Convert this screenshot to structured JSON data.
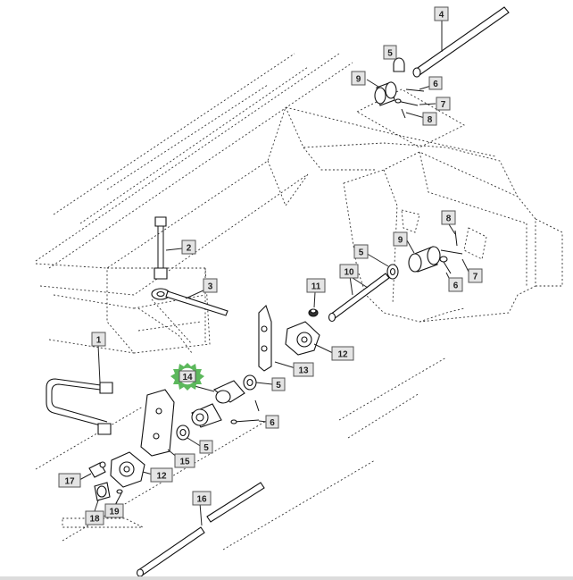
{
  "diagram": {
    "highlight_color": "#5cb85c",
    "callouts": [
      {
        "id": "c4",
        "label": "4"
      },
      {
        "id": "c5a",
        "label": "5"
      },
      {
        "id": "c9a",
        "label": "9"
      },
      {
        "id": "c6a",
        "label": "6"
      },
      {
        "id": "c7a",
        "label": "7"
      },
      {
        "id": "c8a",
        "label": "8"
      },
      {
        "id": "c2",
        "label": "2"
      },
      {
        "id": "c8b",
        "label": "8"
      },
      {
        "id": "c9b",
        "label": "9"
      },
      {
        "id": "c5b",
        "label": "5"
      },
      {
        "id": "c7b",
        "label": "7"
      },
      {
        "id": "c6b",
        "label": "6"
      },
      {
        "id": "c10",
        "label": "10"
      },
      {
        "id": "c3",
        "label": "3"
      },
      {
        "id": "c11",
        "label": "11"
      },
      {
        "id": "c12a",
        "label": "12"
      },
      {
        "id": "c13",
        "label": "13"
      },
      {
        "id": "c1",
        "label": "1"
      },
      {
        "id": "c14",
        "label": "14"
      },
      {
        "id": "c5c",
        "label": "5"
      },
      {
        "id": "c6c",
        "label": "6"
      },
      {
        "id": "c5d",
        "label": "5"
      },
      {
        "id": "c15",
        "label": "15"
      },
      {
        "id": "c12b",
        "label": "12"
      },
      {
        "id": "c17",
        "label": "17"
      },
      {
        "id": "c18",
        "label": "18"
      },
      {
        "id": "c19",
        "label": "19"
      },
      {
        "id": "c16",
        "label": "16"
      }
    ]
  }
}
